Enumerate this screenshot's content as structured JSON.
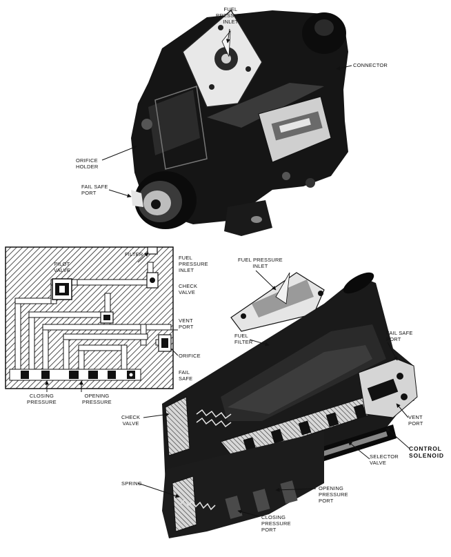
{
  "labels": {
    "top_fuel_pressure_inlet": [
      "FUEL",
      "PRESSURE",
      "INLET"
    ],
    "connector": "CONNECTOR",
    "orifice_holder": [
      "ORIFICE",
      "HOLDER"
    ],
    "fail_safe_port_top": [
      "FAIL SAFE",
      "PORT"
    ],
    "filter": "FILTER",
    "pilot_valve": [
      "PILOT",
      "VALVE"
    ],
    "schematic_fuel_pressure_inlet": [
      "FUEL",
      "PRESSURE",
      "INLET"
    ],
    "schematic_check_valve": [
      "CHECK",
      "VALVE"
    ],
    "schematic_vent_port": [
      "VENT",
      "PORT"
    ],
    "schematic_orifice": "ORIFICE",
    "schematic_fail_safe": [
      "FAIL",
      "SAFE"
    ],
    "closing_pressure": [
      "CLOSING",
      "PRESSURE"
    ],
    "opening_pressure": [
      "OPENING",
      "PRESSURE"
    ],
    "cutaway_fuel_pressure_inlet": [
      "FUEL PRESSURE",
      "INLET"
    ],
    "fuel_filter": [
      "FUEL",
      "FILTER"
    ],
    "cutaway_fail_safe_port": [
      "FAIL SAFE",
      "PORT"
    ],
    "cutaway_check_valve": [
      "CHECK",
      "VALVE"
    ],
    "cutaway_vent_port": [
      "VENT",
      "PORT"
    ],
    "control_solenoid": [
      "CONTROL",
      "SOLENOID"
    ],
    "selector_valve": [
      "SELECTOR",
      "VALVE"
    ],
    "spring": "SPRING",
    "opening_pressure_port": [
      "OPENING",
      "PRESSURE",
      "PORT"
    ],
    "closing_pressure_port": [
      "CLOSING",
      "PRESSURE",
      "PORT"
    ]
  }
}
